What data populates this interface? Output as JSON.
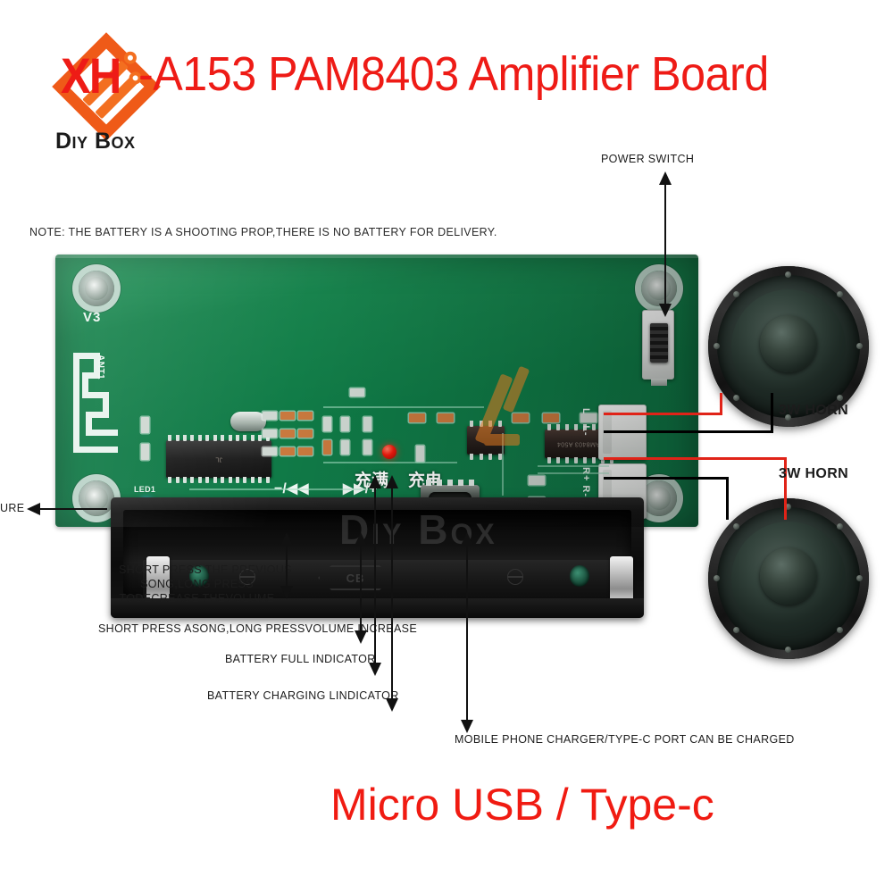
{
  "header": {
    "brand_mark": "XH",
    "brand_name": "Diy Box",
    "title": "-A153 PAM8403 Amplifier Board",
    "title_full": "XH-A153 PAM8403 Amplifier Board",
    "title_color": "#ee1b16"
  },
  "note": "NOTE: THE BATTERY IS A SHOOTING PROP,THERE IS NO BATTERY FOR DELIVERY.",
  "footer": {
    "caption": "Micro USB /  Type-c",
    "color": "#f01b12"
  },
  "board": {
    "silkscreen": {
      "version": "V3",
      "antenna": "ANT1",
      "led1": "LED1",
      "prev_button": "−/◀◀",
      "next_button": "▶▶/+",
      "charge_full_cn": "充满",
      "charging_cn": "充电",
      "battery_mark": "CB"
    },
    "ics": [
      {
        "name": "bluetooth-mcu",
        "marking": "JL"
      },
      {
        "name": "charge-ic",
        "marking": ""
      },
      {
        "name": "amplifier-ic",
        "marking": "PAM8403 A504"
      }
    ],
    "connectors": {
      "left_channel": "L+ L-",
      "right_channel": "R+ R-"
    }
  },
  "callouts": {
    "power_switch": "POWER SWITCH",
    "horn_top": "3W HORN",
    "horn_bottom": "3W HORN",
    "left_edge": "URE",
    "prev_song": [
      "SHORT PRESS THE PREVIOUS",
      "SONG,LONG PRESS",
      "TODECREASE THEVOLUME"
    ],
    "next_song": "SHORT PRESS ASONG,LONG PRESSVOLUME INCREASE",
    "battery_full": "BATTERY FULL INDICATOR",
    "battery_charging": "BATTERY CHARGING LINDICATOR",
    "usb_port": "MOBILE PHONE CHARGER/TYPE-C PORT CAN BE CHARGED"
  },
  "watermark": {
    "text": "Diy Box"
  }
}
